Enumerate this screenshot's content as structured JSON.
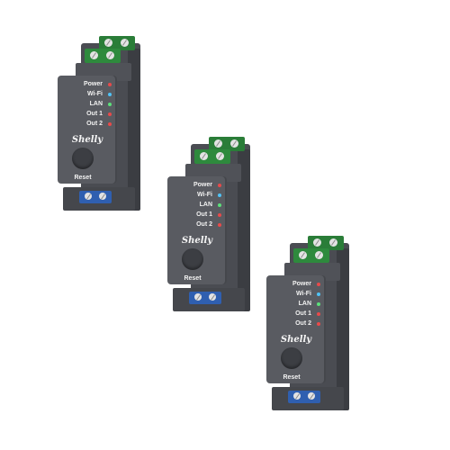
{
  "devices": [
    {
      "labels": {
        "power": "Power",
        "wifi": "Wi-Fi",
        "lan": "LAN",
        "out1": "Out 1",
        "out2": "Out 2"
      },
      "logo": "Shelly",
      "reset": "Reset"
    },
    {
      "labels": {
        "power": "Power",
        "wifi": "Wi-Fi",
        "lan": "LAN",
        "out1": "Out 1",
        "out2": "Out 2"
      },
      "logo": "Shelly",
      "reset": "Reset"
    },
    {
      "labels": {
        "power": "Power",
        "wifi": "Wi-Fi",
        "lan": "LAN",
        "out1": "Out 1",
        "out2": "Out 2"
      },
      "logo": "Shelly",
      "reset": "Reset"
    }
  ],
  "colors": {
    "led_power": "#e84a4a",
    "led_wifi": "#4fc3f7",
    "led_lan": "#5ce07a",
    "led_out1": "#e84a4a",
    "led_out2": "#e84a4a"
  }
}
